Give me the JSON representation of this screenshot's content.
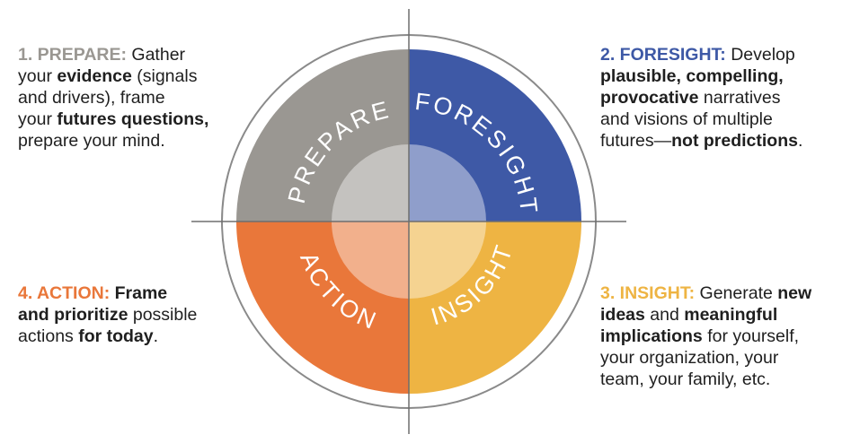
{
  "colors": {
    "prepare": "#9a9792",
    "foresight": "#3e59a6",
    "action": "#e9773a",
    "insight": "#eeb443",
    "axis": "#6e6e6e",
    "outer_ring": "#8a8a8a"
  },
  "ring_labels": {
    "prepare": "PREPARE",
    "foresight": "FORESIGHT",
    "action": "ACTION",
    "insight": "INSIGHT"
  },
  "descriptions": {
    "prepare": {
      "heading": "1. PREPARE:",
      "lines": [
        [
          {
            "t": " Gather",
            "b": false
          }
        ],
        [
          {
            "t": "your ",
            "b": false
          },
          {
            "t": "evidence",
            "b": true
          },
          {
            "t": " (signals",
            "b": false
          }
        ],
        [
          {
            "t": "and drivers), frame",
            "b": false
          }
        ],
        [
          {
            "t": "your ",
            "b": false
          },
          {
            "t": "futures questions,",
            "b": true
          }
        ],
        [
          {
            "t": "prepare your mind.",
            "b": false
          }
        ]
      ]
    },
    "foresight": {
      "heading": "2. FORESIGHT:",
      "lines": [
        [
          {
            "t": " Develop",
            "b": false
          }
        ],
        [
          {
            "t": "plausible, compelling,",
            "b": true
          }
        ],
        [
          {
            "t": "provocative",
            "b": true
          },
          {
            "t": " narratives",
            "b": false
          }
        ],
        [
          {
            "t": "and visions of multiple",
            "b": false
          }
        ],
        [
          {
            "t": "futures—",
            "b": false
          },
          {
            "t": "not predictions",
            "b": true
          },
          {
            "t": ".",
            "b": false
          }
        ]
      ]
    },
    "action": {
      "heading": "4. ACTION:",
      "lines": [
        [
          {
            "t": " ",
            "b": false
          },
          {
            "t": "Frame",
            "b": true
          }
        ],
        [
          {
            "t": "and prioritize",
            "b": true
          },
          {
            "t": " possible",
            "b": false
          }
        ],
        [
          {
            "t": "actions ",
            "b": false
          },
          {
            "t": "for today",
            "b": true
          },
          {
            "t": ".",
            "b": false
          }
        ]
      ]
    },
    "insight": {
      "heading": "3. INSIGHT:",
      "lines": [
        [
          {
            "t": " Generate ",
            "b": false
          },
          {
            "t": "new",
            "b": true
          }
        ],
        [
          {
            "t": "ideas",
            "b": true
          },
          {
            "t": " and ",
            "b": false
          },
          {
            "t": "meaningful",
            "b": true
          }
        ],
        [
          {
            "t": "implications",
            "b": true
          },
          {
            "t": " for yourself,",
            "b": false
          }
        ],
        [
          {
            "t": "your organization, your",
            "b": false
          }
        ],
        [
          {
            "t": "team, your family, etc.",
            "b": false
          }
        ]
      ]
    }
  }
}
